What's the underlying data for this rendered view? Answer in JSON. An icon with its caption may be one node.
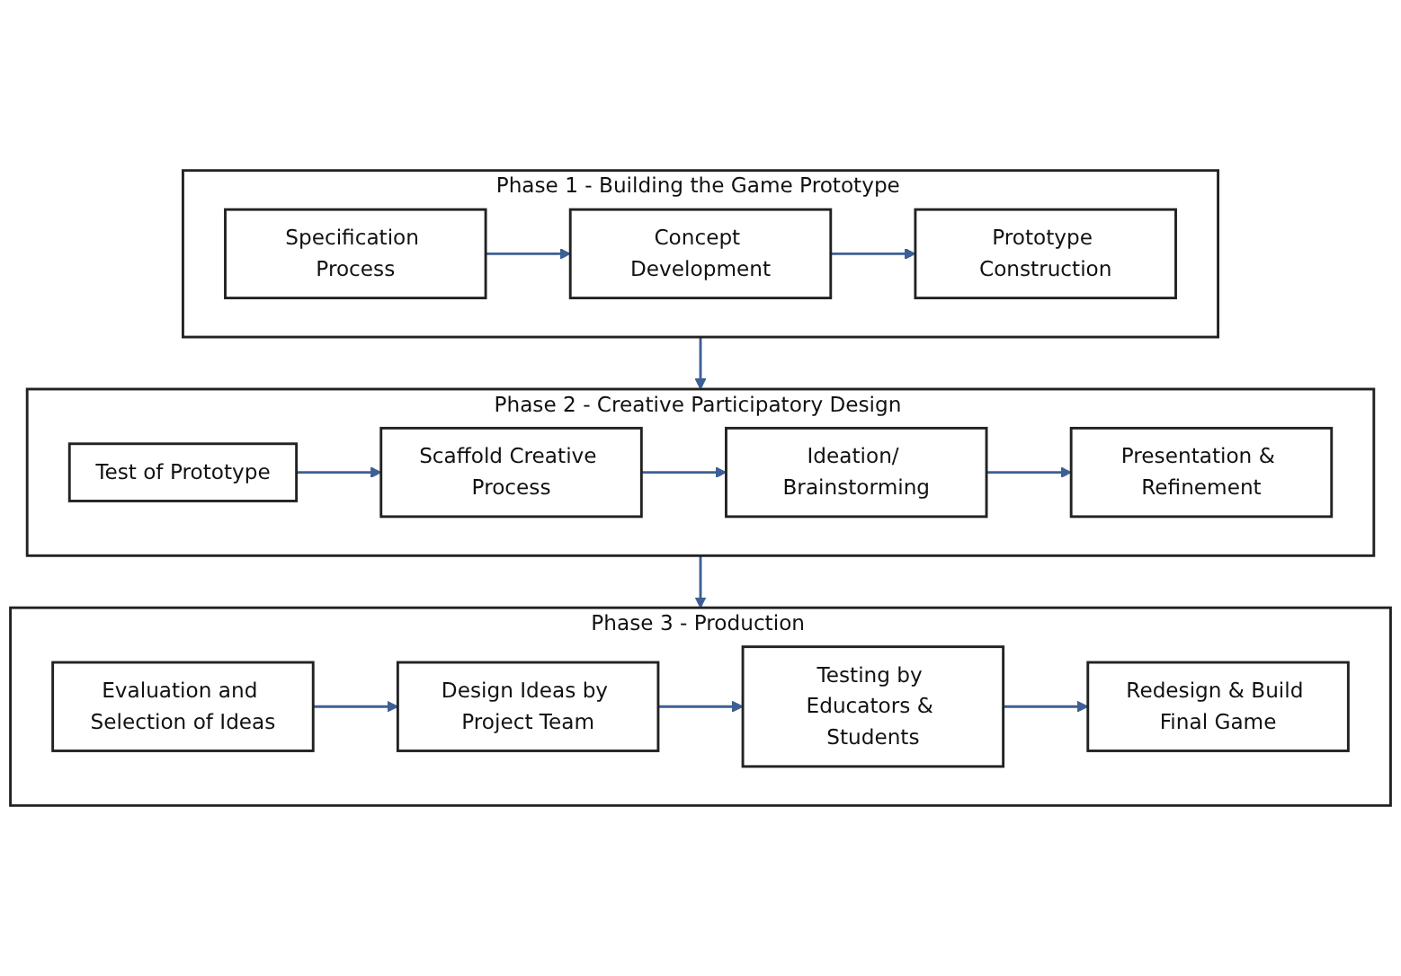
{
  "diagram": {
    "nodes": [
      {
        "text": [
          "Phase 1 - Building the Game Prototype"
        ]
      },
      {
        "text": [
          "Specification Process"
        ],
        "in": 0
      },
      {
        "text": [
          "Concept Development"
        ],
        "in": 0
      },
      {
        "text": [
          "Prototype Construction"
        ],
        "in": 0
      },
      {
        "text": [
          "Phase 2 - Creative Participatory Design"
        ]
      },
      {
        "text": [
          "Test of Prototype"
        ],
        "in": 4
      },
      {
        "text": [
          "Scaffold Creative Process"
        ],
        "in": 4
      },
      {
        "text": [
          "Ideation/ Brainstorming"
        ],
        "in": 4
      },
      {
        "text": [
          "Presentation & Refinement"
        ],
        "in": 4
      },
      {
        "text": [
          "Phase 3 - Production"
        ]
      },
      {
        "text": [
          "Evaluation and Selection of Ideas"
        ],
        "in": 9
      },
      {
        "text": [
          "Design Ideas by Project Team"
        ],
        "in": 9
      },
      {
        "text": [
          "Testing by Educators & Students"
        ],
        "in": 9
      },
      {
        "text": [
          "Redesign & Build Final Game"
        ],
        "in": 9
      }
    ],
    "edges": [
      {
        "from": 1,
        "to": 2,
        "arrow": "to"
      },
      {
        "from": 2,
        "to": 3,
        "arrow": "to"
      },
      {
        "from": 0,
        "to": 4,
        "arrow": "to"
      },
      {
        "from": 5,
        "to": 6,
        "arrow": "to"
      },
      {
        "from": 6,
        "to": 7,
        "arrow": "to"
      },
      {
        "from": 7,
        "to": 8,
        "arrow": "to"
      },
      {
        "from": 4,
        "to": 9,
        "arrow": "to"
      },
      {
        "from": 10,
        "to": 11,
        "arrow": "to"
      },
      {
        "from": 11,
        "to": 12,
        "arrow": "to"
      },
      {
        "from": 12,
        "to": 13,
        "arrow": "to"
      }
    ]
  }
}
